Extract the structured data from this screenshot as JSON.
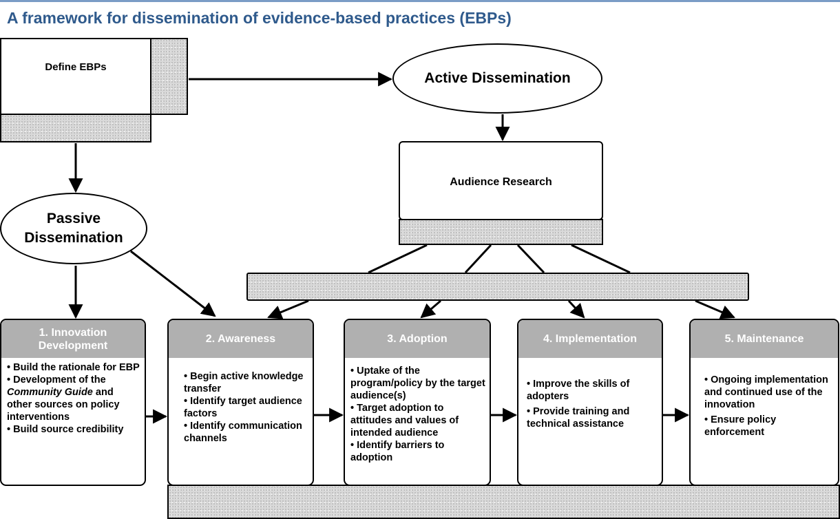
{
  "title": "A framework for dissemination of evidence-based practices (EBPs)",
  "define_box": {
    "label": "Define EBPs"
  },
  "active_dissemination": {
    "label": "Active Dissemination"
  },
  "passive_dissemination": {
    "line1": "Passive",
    "line2": "Dissemination"
  },
  "audience_research": {
    "label": "Audience Research"
  },
  "stages": [
    {
      "header": "1. Innovation Development",
      "bullets": [
        "Build the rationale for EBP",
        "Development of the Community Guide and other sources on policy interventions",
        "Build source credibility"
      ],
      "italic_phrase": "Community Guide"
    },
    {
      "header": "2. Awareness",
      "bullets": [
        "Begin active knowledge transfer",
        "Identify target audience factors",
        "Identify communication channels"
      ]
    },
    {
      "header": "3. Adoption",
      "bullets": [
        "Uptake of the program/policy by the target audience(s)",
        "Target adoption to attitudes and values of intended audience",
        "Identify barriers to adoption"
      ]
    },
    {
      "header": "4. Implementation",
      "bullets": [
        "Improve the skills of adopters",
        "Provide training and technical assistance"
      ]
    },
    {
      "header": "5. Maintenance",
      "bullets": [
        "Ongoing implementation and continued use of the innovation",
        "Ensure policy enforcement"
      ]
    }
  ],
  "colors": {
    "title": "#2f5a8c",
    "stage_header_bg": "#b0b0b0",
    "stage_header_text": "#ffffff",
    "speckle_base": "#d9d9d9"
  }
}
